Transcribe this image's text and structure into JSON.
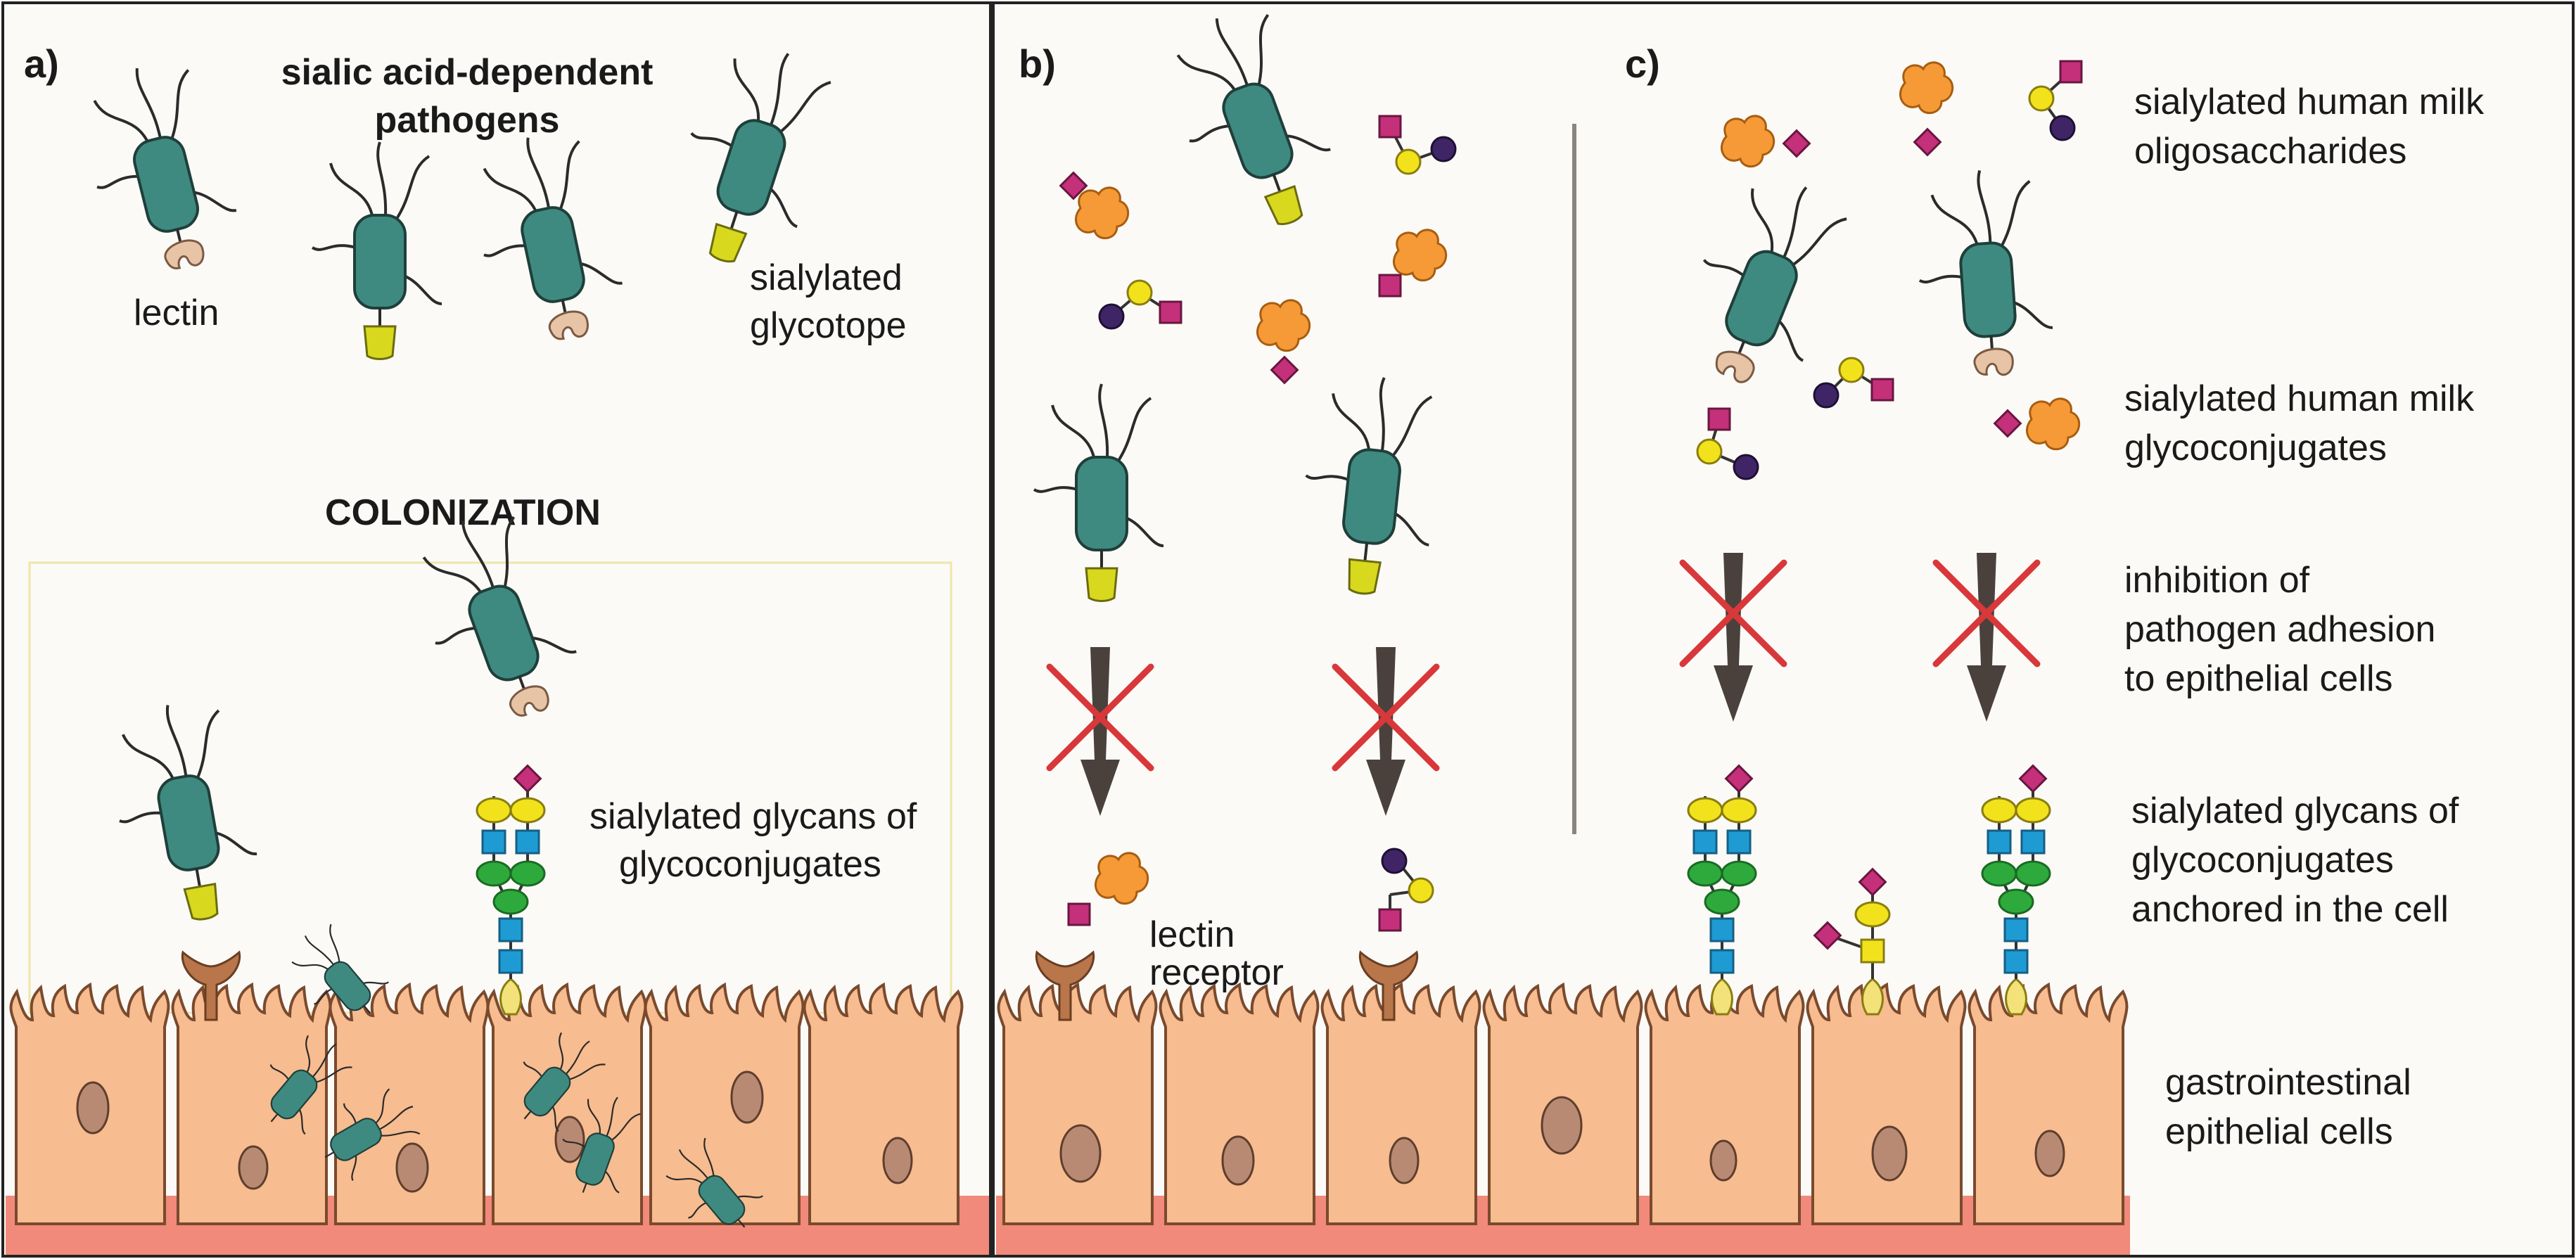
{
  "panel_a": {
    "letter": "a)",
    "title_line1": "sialic acid-dependent",
    "title_line2": "pathogens",
    "lectin": "lectin",
    "glycotope_line1": "sialylated",
    "glycotope_line2": "glycotope",
    "colonization": "COLONIZATION",
    "glycans_line1": "sialylated glycans of",
    "glycans_line2": "glycoconjugates"
  },
  "panel_b": {
    "letter": "b)",
    "receptor_line1": "lectin",
    "receptor_line2": "receptor"
  },
  "panel_c": {
    "letter": "c)",
    "hmo_line1": "sialylated human milk",
    "hmo_line2": "oligosaccharides",
    "glycoconj_line1": "sialylated human milk",
    "glycoconj_line2": "glycoconjugates",
    "inhibition_line1": "inhibition of",
    "inhibition_line2": "pathogen adhesion",
    "inhibition_line3": "to epithelial cells",
    "anchored_line1": "sialylated glycans of",
    "anchored_line2": "glycoconjugates",
    "anchored_line3": "anchored in the cell",
    "epithelial_line1": "gastrointestinal",
    "epithelial_line2": "epithelial cells"
  },
  "colors": {
    "bacterium": "#3f8a80",
    "lectin": "#e7c4a6",
    "glycotope": "#d8d81e",
    "sialic_acid": "#c4307a",
    "galactose": "#f2e21c",
    "glcnac": "#1f9bd3",
    "mannose": "#2eaa3c",
    "neu5gc": "#3f2566",
    "cell_fill": "#f7bc8f",
    "cell_stroke": "#7a4a2e",
    "nucleus": "#b98a73",
    "mucosa": "#f18a7a",
    "receptor": "#b8764a",
    "anchor": "#f3e27a",
    "inhibit_cross": "#d8383a",
    "arrow": "#4a413d",
    "blob": "#f59a36"
  }
}
